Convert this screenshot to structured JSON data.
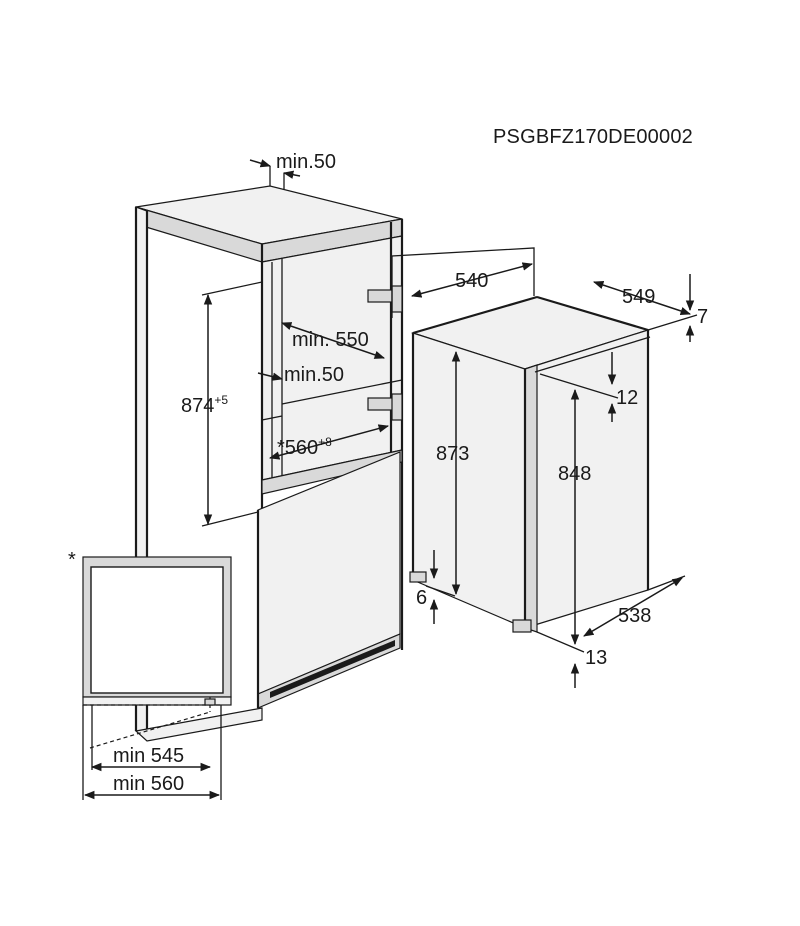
{
  "document_code": "PSGBFZ170DE00002",
  "dimensions": {
    "top_gap": "min.50",
    "niche_height": "874",
    "niche_height_tol": "+5",
    "niche_depth": "min. 550",
    "niche_width": "*560",
    "niche_width_tol": "+8",
    "side_gap": "min.50",
    "appliance_width": "540",
    "appliance_depth": "549",
    "top_offset": "7",
    "door_offset": "12",
    "appliance_height": "873",
    "door_height": "848",
    "foot_height": "6",
    "door_depth": "538",
    "bottom_offset": "13",
    "footnote_marker": "*",
    "min_width_a": "min 545",
    "min_width_b": "min 560"
  }
}
